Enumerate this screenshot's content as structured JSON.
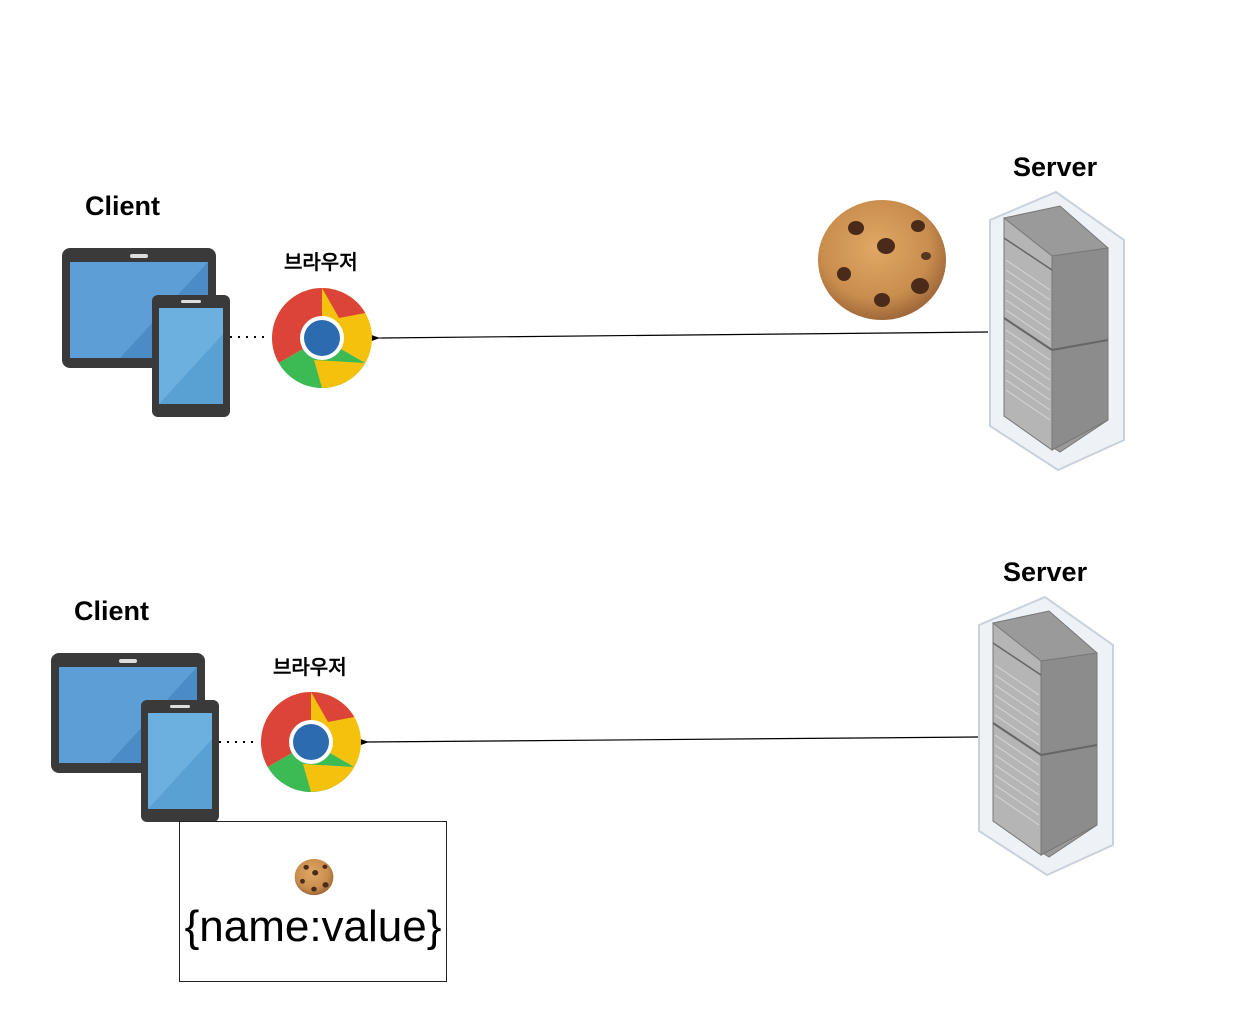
{
  "scenes": [
    {
      "client_label": "Client",
      "browser_label": "브라우저",
      "server_label": "Server"
    },
    {
      "client_label": "Client",
      "browser_label": "브라우저",
      "server_label": "Server",
      "storage_text": "{name:value}"
    }
  ],
  "icons": [
    "laptop-icon",
    "phone-icon",
    "chrome-browser-icon",
    "server-rack-icon",
    "cookie-icon"
  ],
  "colors": {
    "chrome_red": "#DB4437",
    "chrome_yellow": "#F4C20D",
    "chrome_green": "#3CBA54",
    "chrome_blue": "#2C6BAF",
    "screen_blue": "#5E9ED6",
    "device_frame": "#3A3A3A",
    "server_gray": "#9E9E9E",
    "cookie_brown": "#C98E4E"
  }
}
